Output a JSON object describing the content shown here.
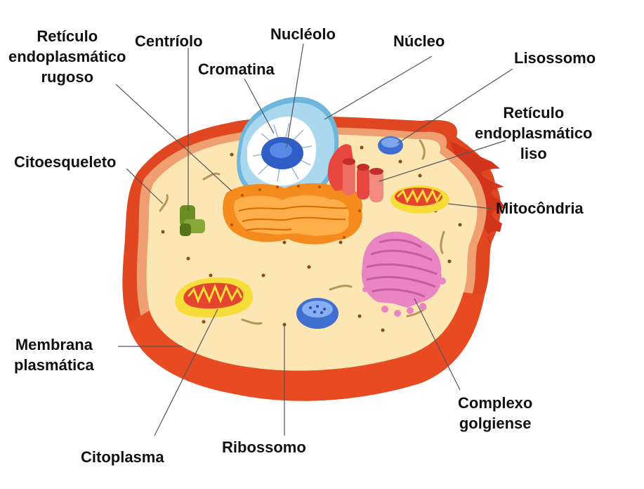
{
  "labels": {
    "reticulo_rugoso": [
      "Retículo",
      "endoplasmático",
      "rugoso"
    ],
    "centriolo": "Centríolo",
    "nucleolo": "Nucléolo",
    "nucleo": "Núcleo",
    "lisossomo": "Lisossomo",
    "cromatina": "Cromatina",
    "reticulo_liso": [
      "Retículo",
      "endoplasmático",
      "liso"
    ],
    "citoesqueleto": "Citoesqueleto",
    "mitocondria": "Mitocôndria",
    "membrana": [
      "Membrana",
      "plasmática"
    ],
    "complexo": [
      "Complexo",
      "golgiense"
    ],
    "citoplasma": "Citoplasma",
    "ribossomo": "Ribossomo"
  },
  "colors": {
    "membrane": "#e0461f",
    "membrane_dark": "#c93a18",
    "cytoplasm": "#fbe6b4",
    "nucleus": "#a9d8ef",
    "nucleolus": "#3b6ed8",
    "rough_er": "#f58b1c",
    "smooth_er": "#e8473f",
    "golgi": "#e985c2",
    "lysosome": "#3f6fd0",
    "mitochondria_outer": "#f7dd3a",
    "mitochondria_inner": "#e4452f",
    "centriole": "#6b8e23",
    "leader_line": "#555555"
  }
}
